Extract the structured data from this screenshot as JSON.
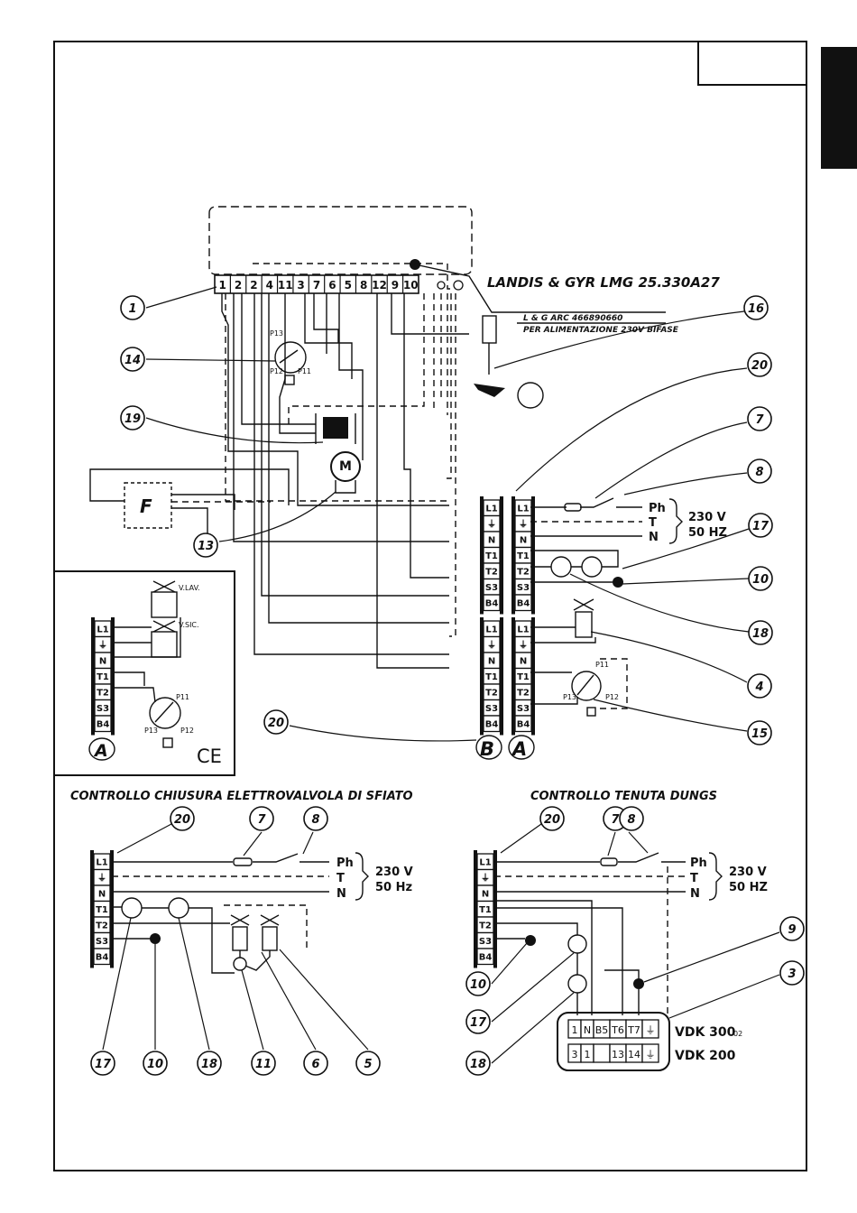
{
  "controller": {
    "title": "LANDIS & GYR LMG 25.330A27",
    "note_line1": "L & G ARC 466890660",
    "note_line2": "PER ALIMENTAZIONE 230V BIFASE",
    "terminals": [
      "1",
      "2",
      "2",
      "4",
      "11",
      "3",
      "7",
      "6",
      "5",
      "8",
      "12",
      "9",
      "10"
    ]
  },
  "terminal_strip": {
    "labels": [
      "L1",
      "⏚",
      "N",
      "T1",
      "T2",
      "S3",
      "B4"
    ],
    "letter_b": "B",
    "letter_a": "A"
  },
  "supply": {
    "ph": "Ph",
    "t": "T",
    "n": "N",
    "voltage_main": "230 V",
    "freq_main": "50 HZ",
    "voltage_left": "230 V",
    "freq_left": "50 Hz",
    "voltage_right": "230 V",
    "freq_right": "50 HZ"
  },
  "components": {
    "filter": "F",
    "motor": "M"
  },
  "inset": {
    "v_lav": "V.LAV.",
    "v_sic": "V.SIC.",
    "letter": "A",
    "ce": "CE",
    "p11": "P11",
    "p12": "P12",
    "p13": "P13"
  },
  "pressostat_labels": {
    "p11": "P11",
    "p12": "P12",
    "p13": "P13"
  },
  "sections": {
    "left_title": "CONTROLLO CHIUSURA ELETTROVALVOLA DI SFIATO",
    "right_title": "CONTROLLO TENUTA DUNGS"
  },
  "vdk": {
    "row1": [
      "1",
      "N",
      "B5",
      "T6",
      "T7",
      "⏚"
    ],
    "row2": [
      "3",
      "1",
      "",
      "13",
      "14",
      "⏚"
    ],
    "label1": "VDK 300",
    "label1_suffix": "02",
    "label2": "VDK 200"
  },
  "callouts_main": [
    "1",
    "14",
    "19",
    "13",
    "16",
    "20",
    "7",
    "8",
    "17",
    "10",
    "18",
    "4",
    "15",
    "20"
  ],
  "callouts_left": [
    "20",
    "7",
    "8",
    "17",
    "10",
    "18",
    "11",
    "6",
    "5"
  ],
  "callouts_right": [
    "20",
    "7",
    "8",
    "9",
    "3",
    "10",
    "17",
    "18"
  ]
}
